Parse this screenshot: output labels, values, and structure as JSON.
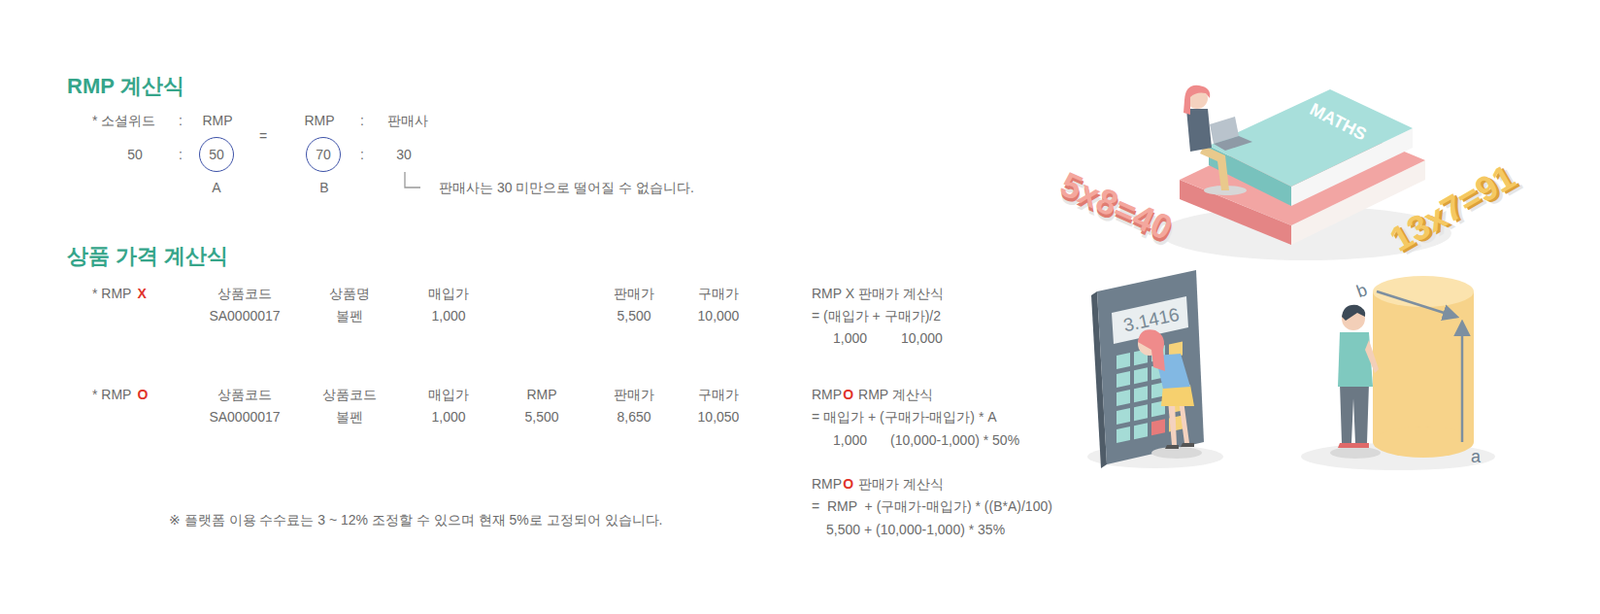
{
  "diagram": {
    "title": "RMP 계산식",
    "nodes": [
      {
        "text": [
          "50"
        ]
      },
      {
        "text": [
          "70"
        ]
      }
    ],
    "labels": [
      "* 소셜위드",
      ":",
      "RMP",
      "=",
      "RMP",
      ":",
      "판매사",
      "50",
      ":",
      ":",
      "30",
      "A",
      "B",
      "판매사는 30 미만으로 떨어질 수 없습니다.",
      "상품 가격 계산식",
      "* RMP",
      "X",
      "상품코드",
      "상품명",
      "매입가",
      "판매가",
      "구매가",
      "SA0000017",
      "볼펜",
      "1,000",
      "5,500",
      "10,000",
      "RMP X 판매가 계산식",
      "= (매입가 + 구매가)/2",
      "1,000",
      "10,000",
      "* RMP",
      "O",
      "상품코드",
      "상품코드",
      "매입가",
      "RMP",
      "판매가",
      "구매가",
      "SA0000017",
      "볼펜",
      "1,000",
      "5,500",
      "8,650",
      "10,050",
      "RMP",
      "O",
      "RMP 계산식",
      "= 매입가 + (구매가-매입가) * A",
      "1,000",
      "(10,000-1,000) * 50%",
      "RMP",
      "O",
      "판매가 계산식",
      "=  RMP  + (구매가-매입가) * ((B*A)/100)",
      "5,500 + (10,000-1,000) * 35%",
      "※ 플랫폼 이용 수수료는 3 ~ 12% 조정할 수 있으며 현재 5%로 고정되어 있습니다.",
      "MATHS",
      "5x8=40",
      "13x7=91",
      "3.1416",
      "b",
      "a"
    ]
  }
}
